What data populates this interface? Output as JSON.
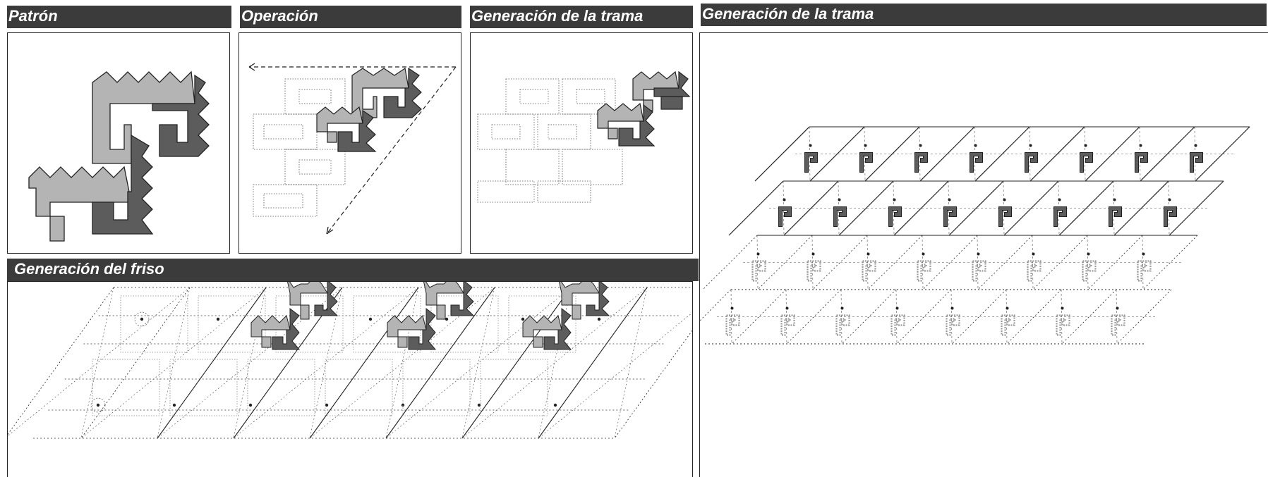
{
  "panels": {
    "patron": {
      "title": "Patrón"
    },
    "operacion": {
      "title": "Operación"
    },
    "trama_small": {
      "title": "Generación de la trama"
    },
    "trama_large": {
      "title": "Generación de la trama"
    },
    "friso": {
      "title": "Generación del friso"
    }
  },
  "colors": {
    "header_bg": "#3b3b3b",
    "header_text": "#ffffff",
    "light_motif": "#b4b4b4",
    "dark_motif": "#5c5c5c",
    "outline": "#222222"
  }
}
